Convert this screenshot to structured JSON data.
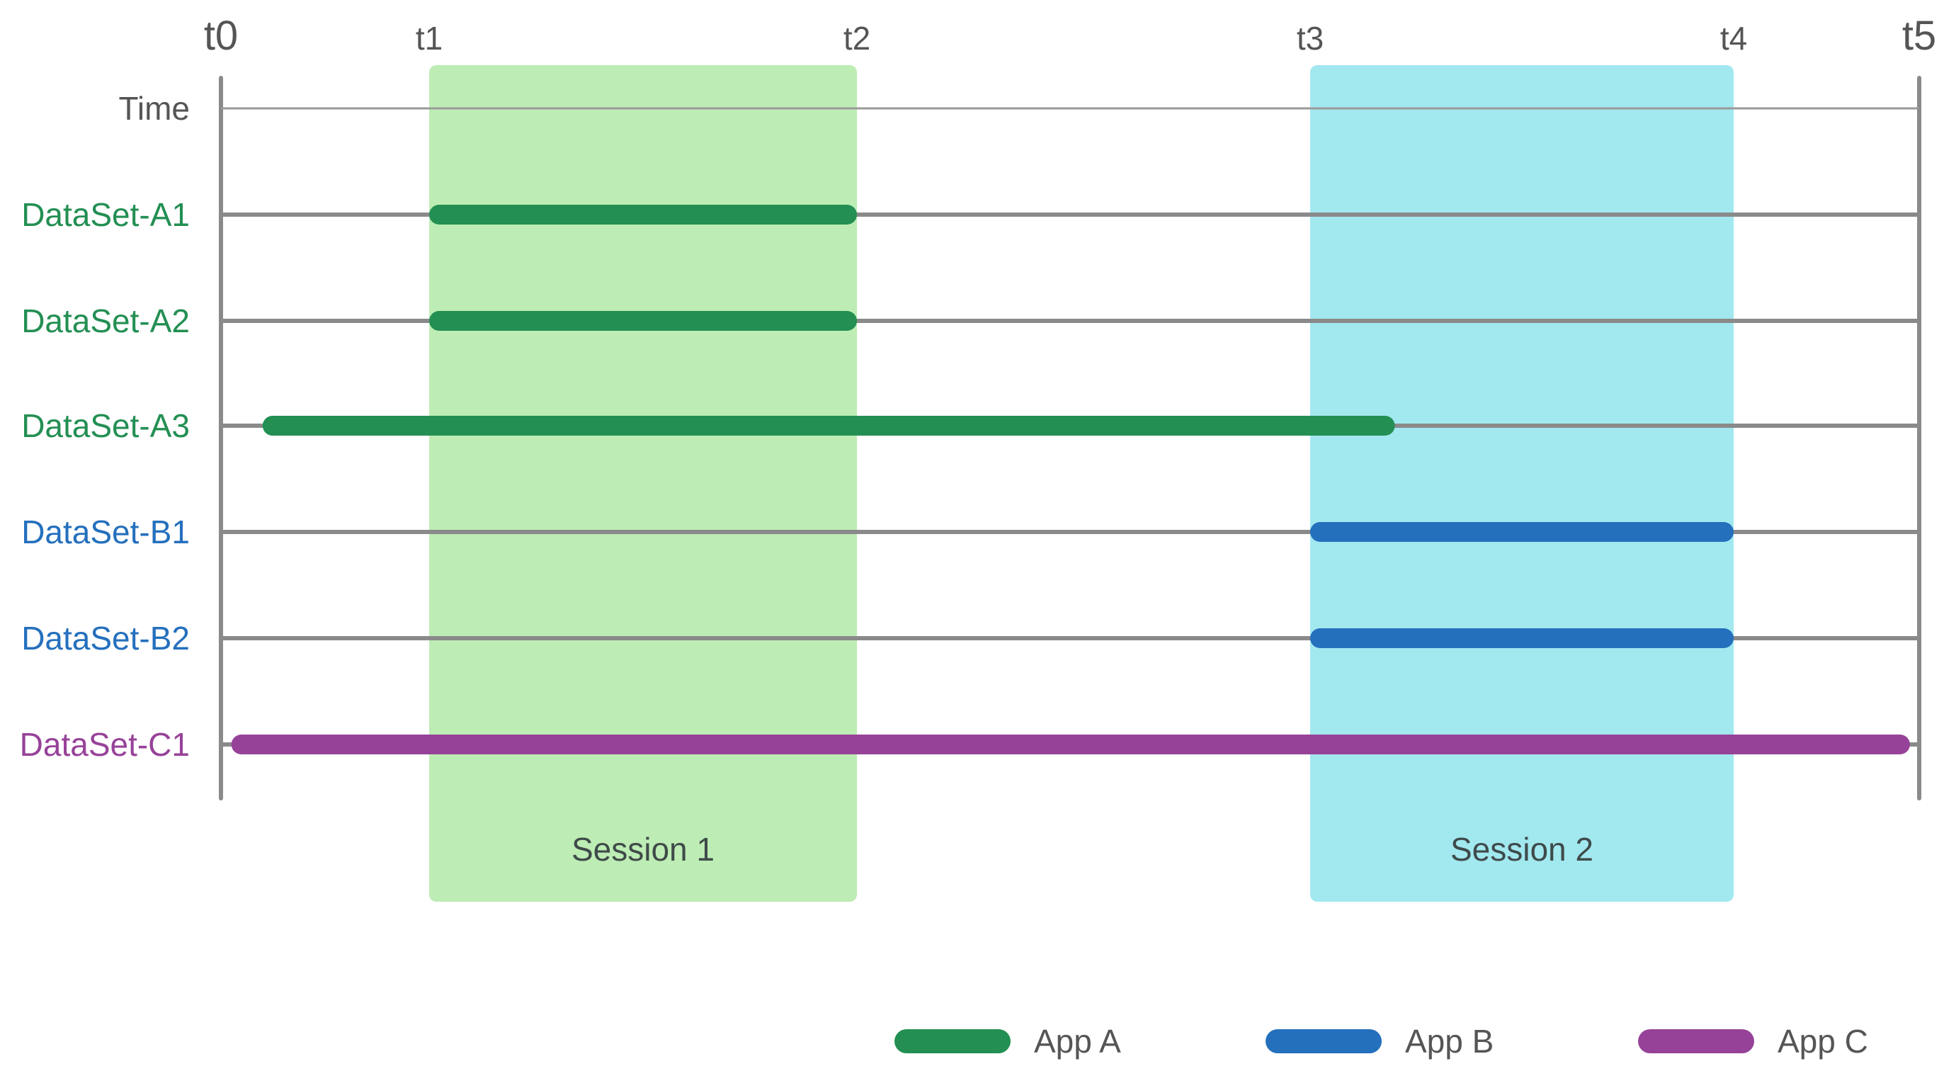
{
  "ticks": [
    {
      "label": "t0",
      "major": true
    },
    {
      "label": "t1",
      "major": false
    },
    {
      "label": "t2",
      "major": false
    },
    {
      "label": "t3",
      "major": false
    },
    {
      "label": "t4",
      "major": false
    },
    {
      "label": "t5",
      "major": true
    }
  ],
  "time_row_label": "Time",
  "sessions": [
    {
      "label": "Session 1",
      "start": "t1",
      "end": "t2",
      "color": "#bdedb4"
    },
    {
      "label": "Session 2",
      "start": "t3",
      "end": "t4",
      "color": "#a2e8ef"
    }
  ],
  "datasets": [
    {
      "label": "DataSet-A1",
      "app": "App A",
      "start": 1.0,
      "end": 2.0
    },
    {
      "label": "DataSet-A2",
      "app": "App A",
      "start": 1.0,
      "end": 2.0
    },
    {
      "label": "DataSet-A3",
      "app": "App A",
      "start": 0.2,
      "end": 3.2
    },
    {
      "label": "DataSet-B1",
      "app": "App B",
      "start": 3.0,
      "end": 4.0
    },
    {
      "label": "DataSet-B2",
      "app": "App B",
      "start": 3.0,
      "end": 4.0
    },
    {
      "label": "DataSet-C1",
      "app": "App C",
      "start": 0.05,
      "end": 4.95
    }
  ],
  "apps": [
    {
      "name": "App A",
      "color": "#238f53"
    },
    {
      "name": "App B",
      "color": "#2470bd"
    },
    {
      "name": "App C",
      "color": "#974299"
    }
  ],
  "colors": {
    "axis": "#8a8a8a",
    "time_line": "#999999",
    "tick_text": "#555555"
  }
}
